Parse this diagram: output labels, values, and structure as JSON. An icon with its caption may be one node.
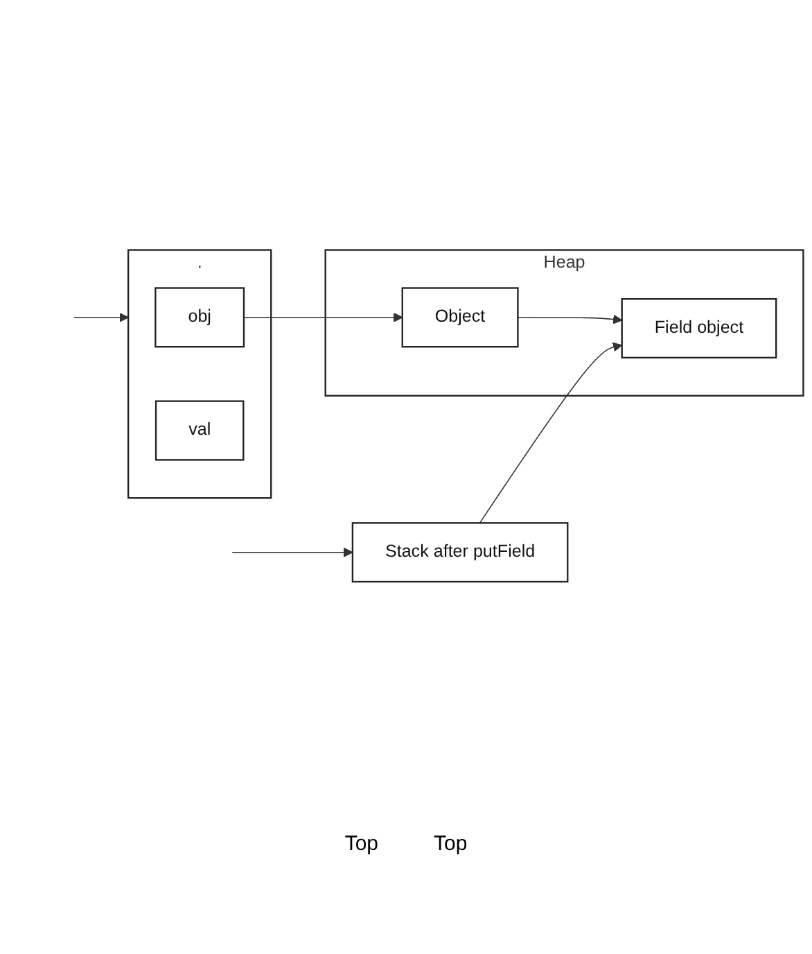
{
  "diagram": {
    "nodes": [
      {
        "text": [
          "."
        ]
      },
      {
        "text": [
          "obj"
        ],
        "in": 0
      },
      {
        "text": [
          "val"
        ],
        "in": 0
      },
      {
        "text": [
          "Heap"
        ]
      },
      {
        "text": [
          "Object"
        ],
        "in": 3
      },
      {
        "text": [
          "Field object"
        ],
        "in": 3
      },
      {
        "text": [
          "Stack after putField"
        ]
      }
    ],
    "edges": [
      {
        "from": 1,
        "to": 4,
        "arrow": "to"
      },
      {
        "from": 4,
        "to": 5,
        "arrow": "to"
      },
      {
        "from": null,
        "to": 0,
        "arrow": "to"
      },
      {
        "from": 6,
        "to": 5,
        "arrow": "to"
      },
      {
        "from": null,
        "to": 6,
        "arrow": "to"
      }
    ],
    "labels": [
      "Top",
      "Top"
    ]
  }
}
